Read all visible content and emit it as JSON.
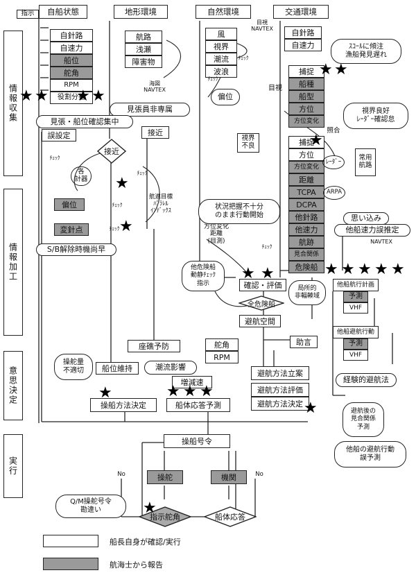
{
  "sidebar": [
    "情報収集",
    "情報加工",
    "意思決定",
    "実行"
  ],
  "headers": {
    "own_ship": "自船状態",
    "terrain": "地形環境",
    "nature": "自然環境",
    "traffic": "交通環境"
  },
  "own_ship_items": [
    "自針路",
    "自速力",
    "船位",
    "舵角",
    "RPM",
    "役割分担"
  ],
  "terrain_items": [
    "航路",
    "浅瀬",
    "障害物"
  ],
  "nature_items": [
    "風",
    "視界",
    "潮流",
    "波浪"
  ],
  "traffic_own": [
    "自針路",
    "自速力"
  ],
  "capture1": [
    "捕捉",
    "船種",
    "船型",
    "方位",
    "方位変化"
  ],
  "capture2": [
    "捕捉",
    "方位",
    "方位変化",
    "距離",
    "TCPA",
    "DCPA",
    "他針路",
    "他速力",
    "航跡",
    "見合関係",
    "危険船"
  ],
  "labels": {
    "instruct": "指示",
    "kaizu_navtex": "海図\nNAVTEX",
    "mokushi_navtex": "目視\nNAVTEX",
    "check1": "ﾁｪｯｸ",
    "check2": "ﾁｪｯｸ",
    "check3": "ﾁｪｯｸ",
    "check4": "ﾁｪｯｸ",
    "check5": "ﾁｪｯｸ",
    "check6": "ﾁｪｯｸ",
    "check7": "ﾁｪｯｸ",
    "each_gauge": "各\n計器",
    "mokushi": "目視",
    "visibility_bad": "視界\n不良",
    "collate": "照合",
    "radar": "ﾚｰﾀﾞｰ",
    "arpa": "ARPA",
    "regular_route": "常用\n航路",
    "navtex": "NAVTEX",
    "bearing_change": "方位変化\n距離\n(目測)",
    "parallel": "航進目標\nﾊﾟﾗﾚﾙ\nｲﾝﾃﾞｯｸｽ",
    "yes1": "No",
    "no2": "No"
  },
  "boxes": {
    "lookout_overlap": "見張・船位確認集中",
    "mis_setting": "誤設定",
    "approach": "接近",
    "approach_diamond": "接近",
    "heading_deviation": "偏位",
    "turning_point": "変針点",
    "nature_deviation": "偏位",
    "confirm_eval": "確認・評価",
    "all_dangerous": "全危険船",
    "avoid_space": "避航空間",
    "advice": "助言",
    "seat_prevent": "座礁予防",
    "rudder": "舵角",
    "rpm": "RPM",
    "keep_pos": "船位維持",
    "tide_effect": "潮流影響",
    "speed_change": "増減速",
    "ship_decide": "操船方法決定",
    "ship_response_predict": "船体応答予測",
    "avoid_plan": "避航方法立案",
    "avoid_eval": "避航方法評価",
    "avoid_decide": "避航方法決定",
    "experience": "経験的避航法",
    "other_plan": "他船航行計画",
    "predict1": "予測",
    "vhf1": "VHF",
    "other_action": "他船避航行動",
    "predict2": "予測",
    "vhf2": "VHF",
    "command": "操船号令",
    "steer": "操舵",
    "engine": "機関",
    "order_rudder": "指示舵角",
    "hull_response": "船体応答"
  },
  "ovals": {
    "lookout_not_dedicated": "見張員非専属",
    "sb_release": "S/B解除時機尚早",
    "squall": "ｽｺｰﾙに傾注\n漁船発見遅れ",
    "visibility_good": "視界良好\nﾚｰﾀﾞｰ確認怠",
    "status_insufficient": "状況把握不十分\nのまま行動開始",
    "assumption": "思い込み",
    "other_speed_wrong": "他船速力誤推定",
    "other_danger_check": "他危険船\n動静ﾁｪｯｸ\n指示",
    "local_noncompliance": "局所的\n非輻輳域",
    "rudder_bad": "操舵量\n不適切",
    "after_avoid": "避航後の\n見合関係\n予測",
    "other_avoid_wrong": "他船の避航行動\n誤予測",
    "om_mistake": "Q/M操舵号令\n勘違い"
  },
  "legend": {
    "white": "船長自身が確認/実行",
    "gray": "航海士から報告"
  }
}
